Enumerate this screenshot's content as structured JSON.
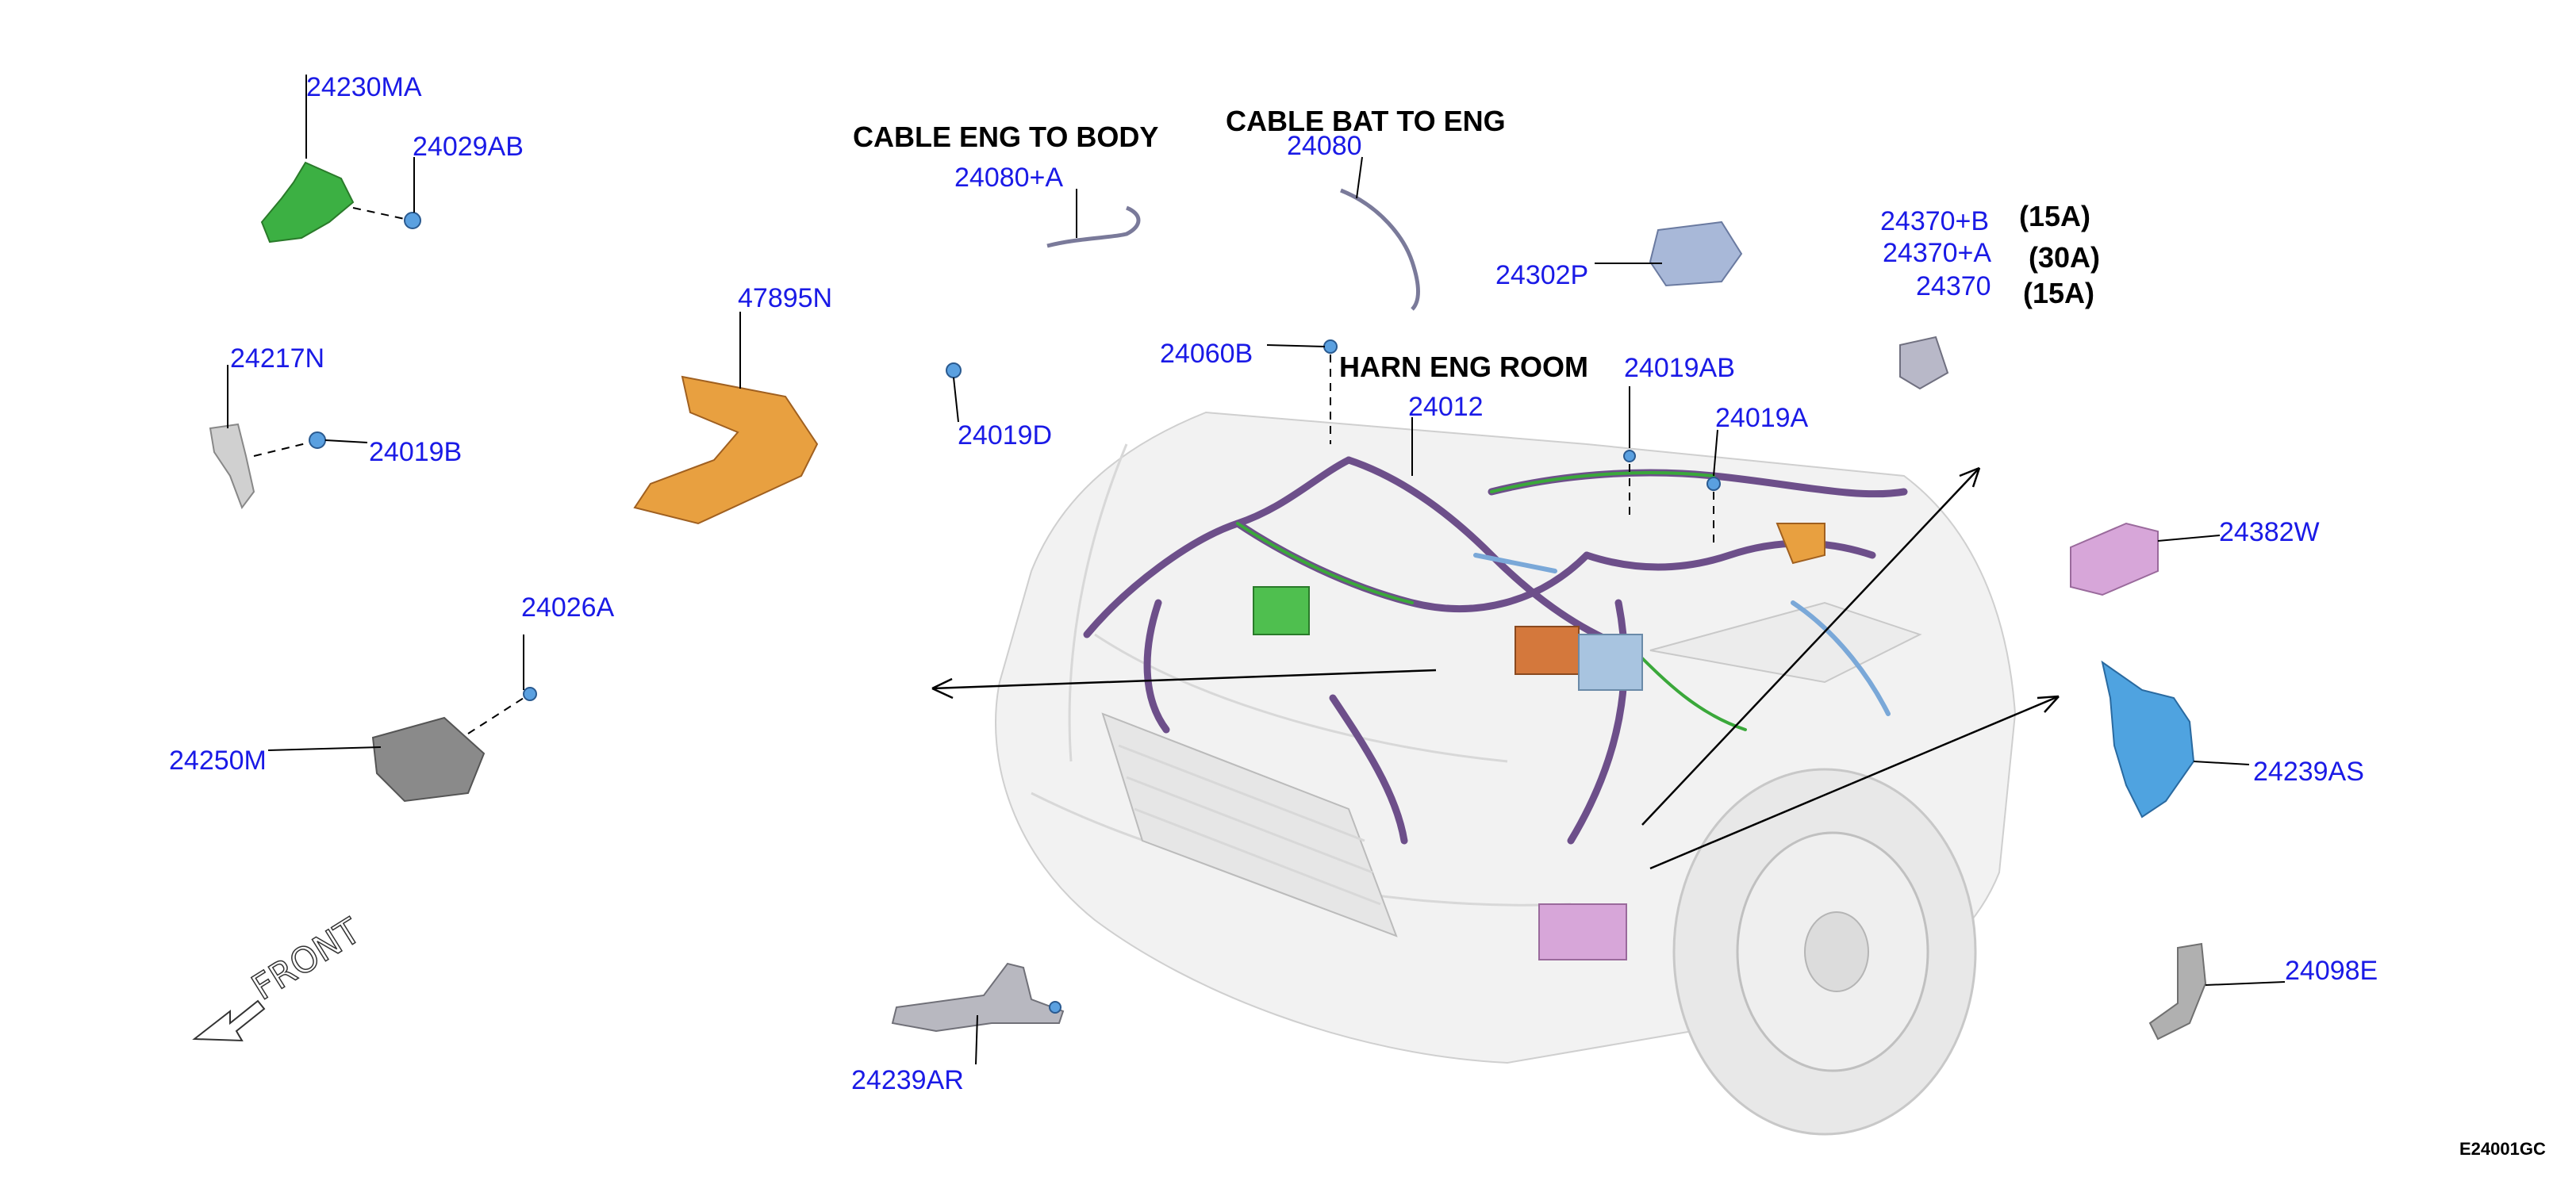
{
  "diagram_code": "E24001GC",
  "front_label": "FRONT",
  "notes": {
    "cable_eng_to_body": "CABLE ENG TO BODY",
    "cable_bat_to_eng": "CABLE BAT TO ENG",
    "harn_eng_room": "HARN ENG ROOM"
  },
  "fuse_ratings": [
    "(15A)",
    "(30A)",
    "(15A)"
  ],
  "part_labels": {
    "p24230MA": "24230MA",
    "p24029AB": "24029AB",
    "p24217N": "24217N",
    "p24019B": "24019B",
    "p47895N": "47895N",
    "p24026A": "24026A",
    "p24250M": "24250M",
    "p24080A": "24080+A",
    "p24080": "24080",
    "p24302P": "24302P",
    "p24370B": "24370+B",
    "p24370A": "24370+A",
    "p24370": "24370",
    "p24060B": "24060B",
    "p24019D": "24019D",
    "p24012": "24012",
    "p24019AB": "24019AB",
    "p24019A": "24019A",
    "p24382W": "24382W",
    "p24239AS": "24239AS",
    "p24098E": "24098E",
    "p24239AR": "24239AR"
  },
  "colors": {
    "label_blue": "#1a1ae6",
    "harness_purple": "#6d4f8a",
    "bracket_green": "#3cb043",
    "bracket_orange": "#e8a040",
    "fuse_box_pink": "#d7a6d9",
    "bracket_blue": "#4fa3e0"
  }
}
